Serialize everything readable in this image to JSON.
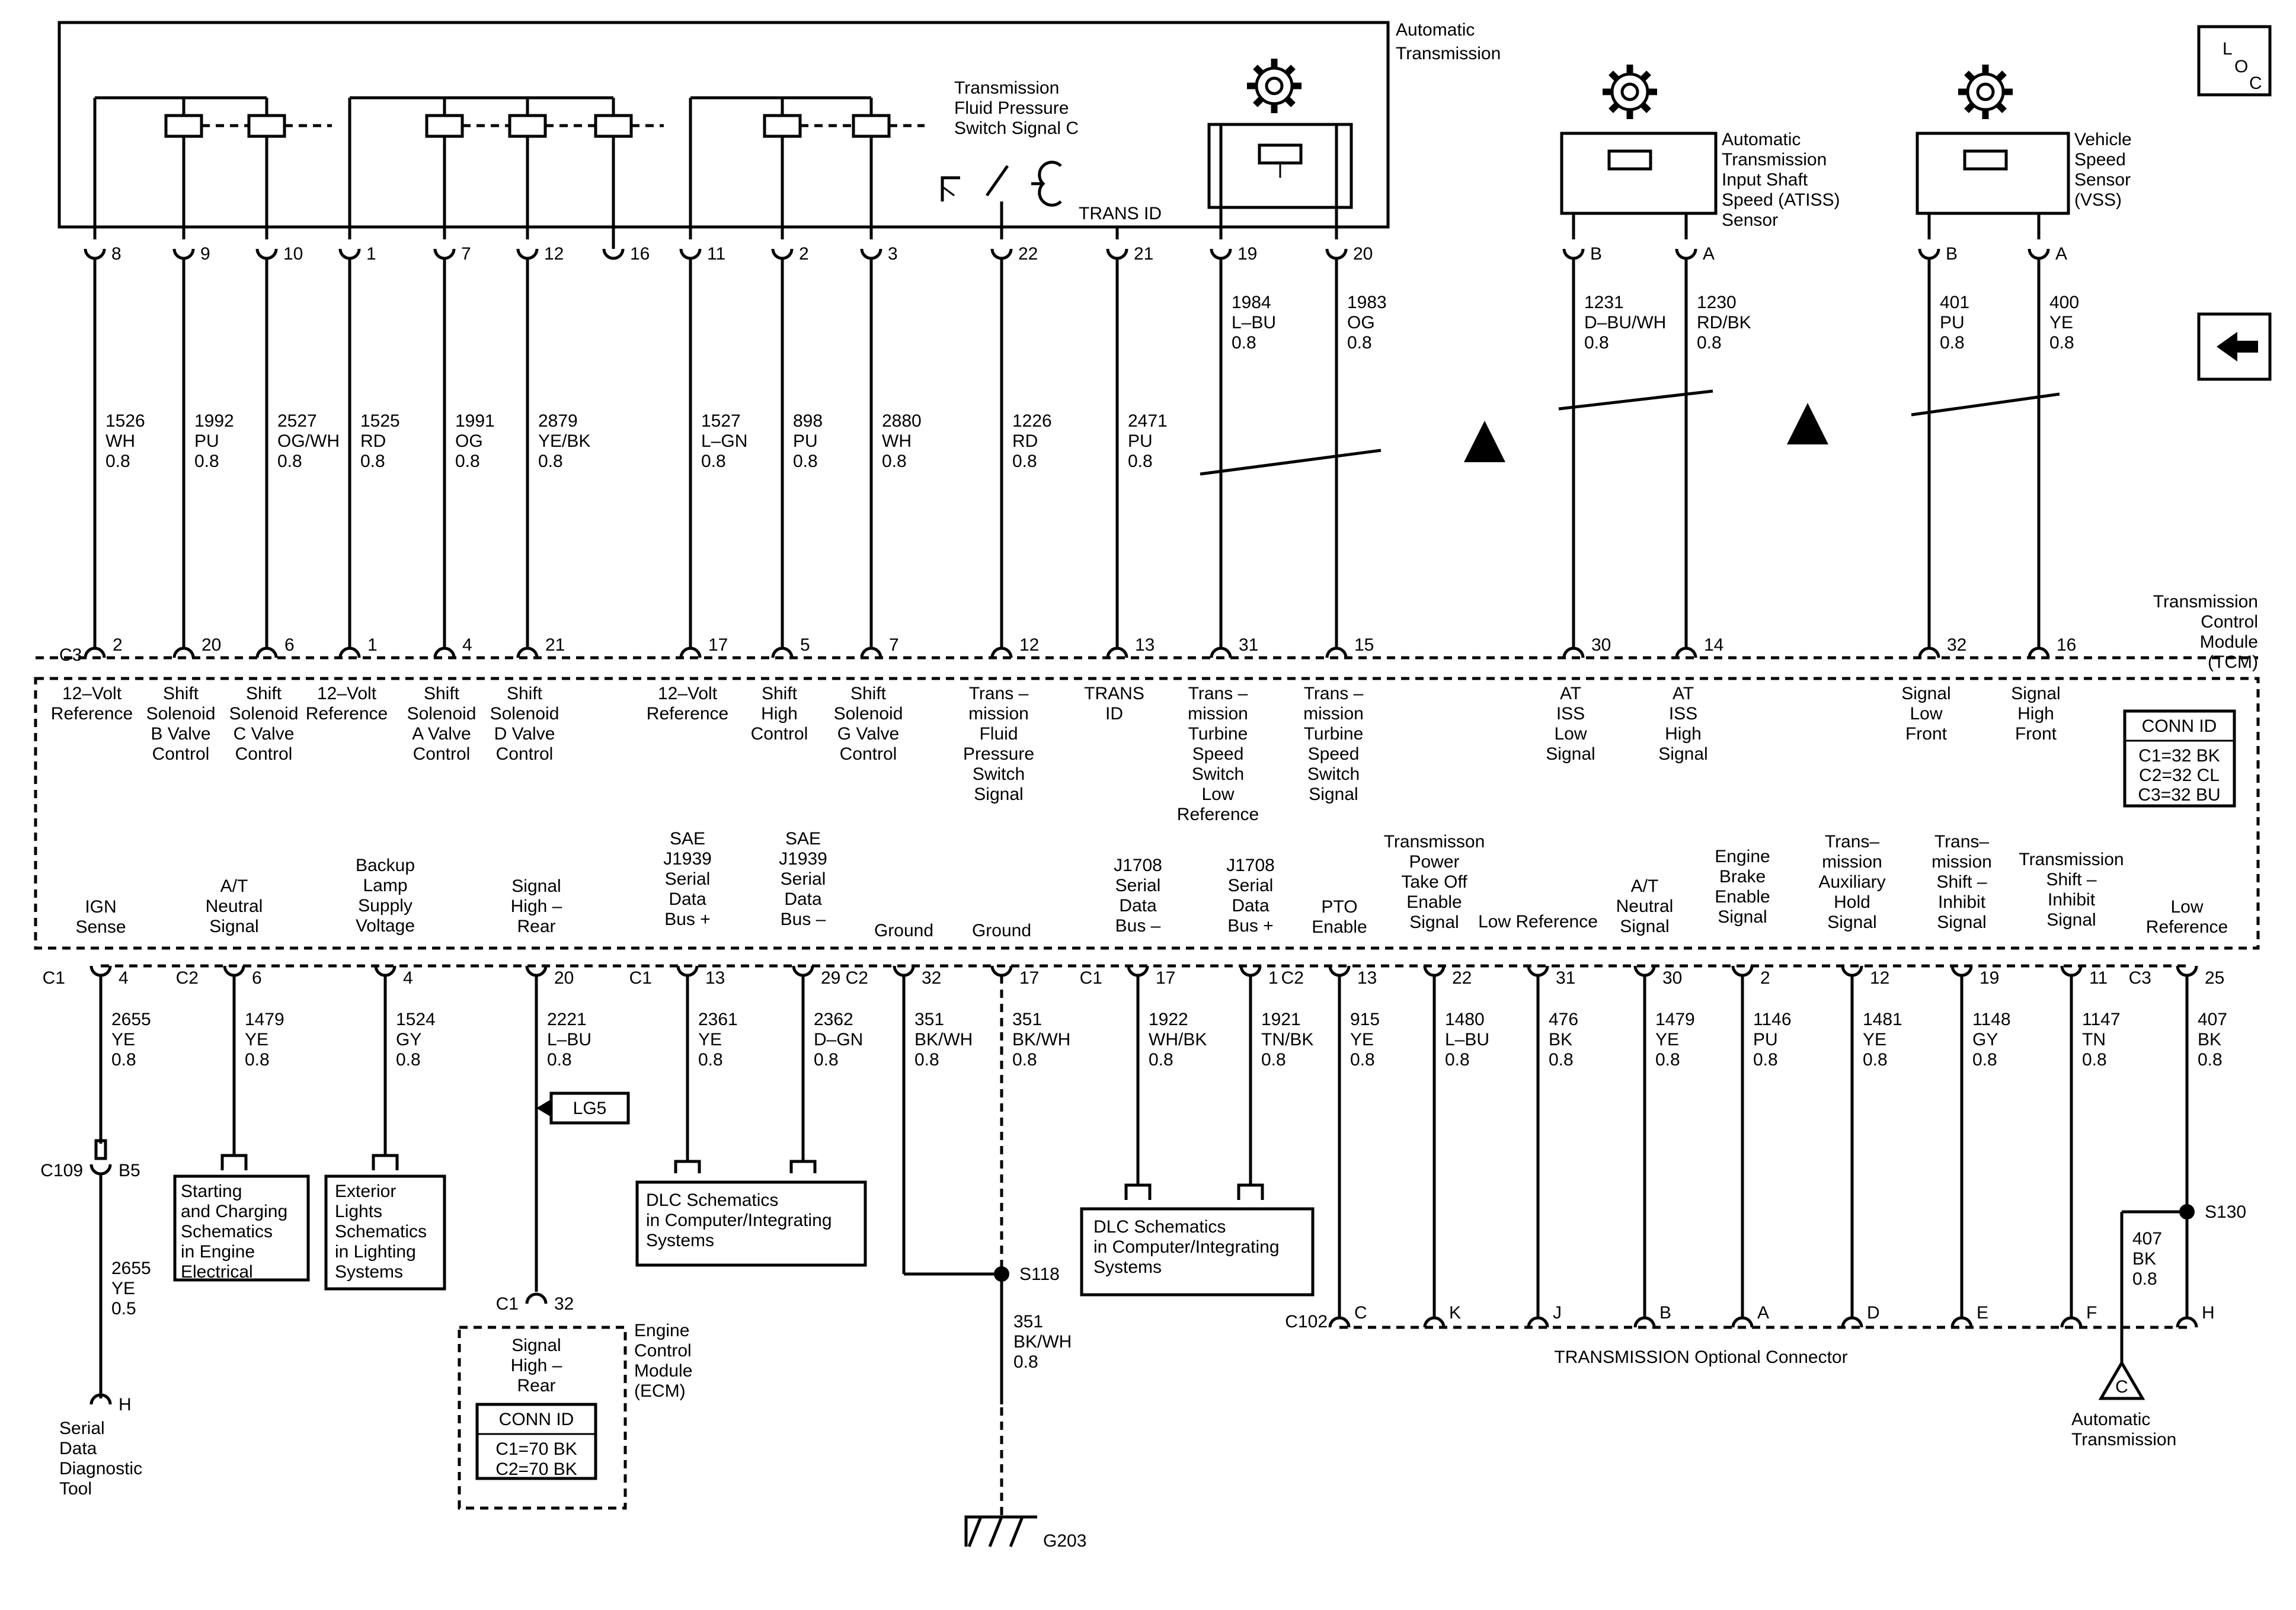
{
  "auto_trans_title": [
    "Automatic",
    "Transmission"
  ],
  "trans_id": "TRANS ID",
  "fluid_switch_label": [
    "Transmission",
    "Fluid Pressure",
    "Switch Signal C"
  ],
  "atiss_sensor": [
    "Automatic",
    "Transmission",
    "Input Shaft",
    "Speed (ATISS)",
    "Sensor"
  ],
  "vss_sensor": [
    "Vehicle",
    "Speed",
    "Sensor",
    "(VSS)"
  ],
  "tcm_title": [
    "Transmission",
    "Control",
    "Module",
    "(TCM)"
  ],
  "loc_letters": [
    "L",
    "O",
    "C"
  ],
  "tcm_conn_id": {
    "title": "CONN ID",
    "lines": [
      "C1=32 BK",
      "C2=32 CL",
      "C3=32 BU"
    ]
  },
  "upper_circuits": [
    {
      "tp": "8",
      "bp": "2",
      "wire": [
        "1526",
        "WH",
        "0.8"
      ],
      "fn": [
        "12–Volt",
        "Reference"
      ]
    },
    {
      "tp": "9",
      "bp": "20",
      "wire": [
        "1992",
        "PU",
        "0.8"
      ],
      "fn": [
        "Shift",
        "Solenoid",
        "B Valve",
        "Control"
      ]
    },
    {
      "tp": "10",
      "bp": "6",
      "wire": [
        "2527",
        "OG/WH",
        "0.8"
      ],
      "fn": [
        "Shift",
        "Solenoid",
        "C Valve",
        "Control"
      ]
    },
    {
      "tp": "1",
      "bp": "1",
      "wire": [
        "1525",
        "RD",
        "0.8"
      ],
      "fn": [
        "12–Volt",
        "Reference"
      ]
    },
    {
      "tp": "7",
      "bp": "4",
      "wire": [
        "1991",
        "OG",
        "0.8"
      ],
      "fn": [
        "Shift",
        "Solenoid",
        "A Valve",
        "Control"
      ]
    },
    {
      "tp": "12",
      "bp": "21",
      "wire": [
        "2879",
        "YE/BK",
        "0.8"
      ],
      "fn": [
        "Shift",
        "Solenoid",
        "D Valve",
        "Control"
      ]
    },
    {
      "tp": "16",
      "bp": "",
      "wire": [],
      "fn": []
    },
    {
      "tp": "11",
      "bp": "17",
      "wire": [
        "1527",
        "L–GN",
        "0.8"
      ],
      "fn": [
        "12–Volt",
        "Reference"
      ]
    },
    {
      "tp": "2",
      "bp": "5",
      "wire": [
        "898",
        "PU",
        "0.8"
      ],
      "fn": [
        "Shift",
        "High",
        "Control"
      ]
    },
    {
      "tp": "3",
      "bp": "7",
      "wire": [
        "2880",
        "WH",
        "0.8"
      ],
      "fn": [
        "Shift",
        "Solenoid",
        "G Valve",
        "Control"
      ]
    },
    {
      "tp": "22",
      "bp": "12",
      "wire": [
        "1226",
        "RD",
        "0.8"
      ],
      "fn": [
        "Trans –",
        "mission",
        "Fluid",
        "Pressure",
        "Switch",
        "Signal"
      ]
    },
    {
      "tp": "21",
      "bp": "13",
      "wire": [
        "2471",
        "PU",
        "0.8"
      ],
      "fn": [
        "TRANS",
        "ID"
      ]
    },
    {
      "tp": "19",
      "bp": "31",
      "wire": [
        "1984",
        "L–BU",
        "0.8"
      ],
      "fn": [
        "Trans –",
        "mission",
        "Turbine",
        "Speed",
        "Switch",
        "Low",
        "Reference"
      ]
    },
    {
      "tp": "20",
      "bp": "15",
      "wire": [
        "1983",
        "OG",
        "0.8"
      ],
      "fn": [
        "Trans –",
        "mission",
        "Turbine",
        "Speed",
        "Switch",
        "Signal"
      ]
    },
    {
      "tp": "B",
      "bp": "30",
      "wire": [
        "1231",
        "D–BU/WH",
        "0.8"
      ],
      "fn": [
        "AT",
        "ISS",
        "Low",
        "Signal"
      ]
    },
    {
      "tp": "A",
      "bp": "14",
      "wire": [
        "1230",
        "RD/BK",
        "0.8"
      ],
      "fn": [
        "AT",
        "ISS",
        "High",
        "Signal"
      ]
    },
    {
      "tp": "B",
      "bp": "32",
      "wire": [
        "401",
        "PU",
        "0.8"
      ],
      "fn": [
        "Signal",
        "Low",
        "Front"
      ]
    },
    {
      "tp": "A",
      "bp": "16",
      "wire": [
        "400",
        "YE",
        "0.8"
      ],
      "fn": [
        "Signal",
        "High",
        "Front"
      ]
    }
  ],
  "lower_circuits": [
    {
      "conn": "C1",
      "pin": "4",
      "wire": [
        "2655",
        "YE",
        "0.8"
      ],
      "fn": [
        "IGN",
        "Sense"
      ]
    },
    {
      "conn": "C2",
      "pin": "6",
      "wire": [
        "1479",
        "YE",
        "0.8"
      ],
      "fn": [
        "A/T",
        "Neutral",
        "Signal"
      ]
    },
    {
      "conn": "",
      "pin": "4",
      "wire": [
        "1524",
        "GY",
        "0.8"
      ],
      "fn": [
        "Backup",
        "Lamp",
        "Supply",
        "Voltage"
      ]
    },
    {
      "conn": "",
      "pin": "20",
      "wire": [
        "2221",
        "L–BU",
        "0.8"
      ],
      "fn": [
        "Signal",
        "High –",
        "Rear"
      ]
    },
    {
      "conn": "C1",
      "pin": "13",
      "wire": [
        "2361",
        "YE",
        "0.8"
      ],
      "fn": [
        "SAE",
        "J1939",
        "Serial",
        "Data",
        "Bus +"
      ]
    },
    {
      "conn": "",
      "pin": "29",
      "wire": [
        "2362",
        "D–GN",
        "0.8"
      ],
      "fn": [
        "SAE",
        "J1939",
        "Serial",
        "Data",
        "Bus –"
      ]
    },
    {
      "conn": "C2",
      "pin": "32",
      "wire": [
        "351",
        "BK/WH",
        "0.8"
      ],
      "fn": [
        "Ground"
      ]
    },
    {
      "conn": "",
      "pin": "17",
      "wire": [
        "351",
        "BK/WH",
        "0.8"
      ],
      "fn": [
        "Ground"
      ]
    },
    {
      "conn": "C1",
      "pin": "17",
      "wire": [
        "1922",
        "WH/BK",
        "0.8"
      ],
      "fn": [
        "J1708",
        "Serial",
        "Data",
        "Bus –"
      ]
    },
    {
      "conn": "",
      "pin": "1",
      "wire": [
        "1921",
        "TN/BK",
        "0.8"
      ],
      "fn": [
        "J1708",
        "Serial",
        "Data",
        "Bus +"
      ]
    },
    {
      "conn": "C2",
      "pin": "13",
      "wire": [
        "915",
        "YE",
        "0.8"
      ],
      "fn": [
        "PTO",
        "Enable"
      ],
      "opt": "C"
    },
    {
      "conn": "",
      "pin": "22",
      "wire": [
        "1480",
        "L–BU",
        "0.8"
      ],
      "fn": [
        "Transmisson",
        "Power",
        "Take Off",
        "Enable",
        "Signal"
      ],
      "opt": "K"
    },
    {
      "conn": "",
      "pin": "31",
      "wire": [
        "476",
        "BK",
        "0.8"
      ],
      "fn": [
        "Low Reference"
      ],
      "opt": "J"
    },
    {
      "conn": "",
      "pin": "30",
      "wire": [
        "1479",
        "YE",
        "0.8"
      ],
      "fn": [
        "A/T",
        "Neutral",
        "Signal"
      ],
      "opt": "B"
    },
    {
      "conn": "",
      "pin": "2",
      "wire": [
        "1146",
        "PU",
        "0.8"
      ],
      "fn": [
        "Engine",
        "Brake",
        "Enable",
        "Signal"
      ],
      "opt": "A"
    },
    {
      "conn": "",
      "pin": "12",
      "wire": [
        "1481",
        "YE",
        "0.8"
      ],
      "fn": [
        "Trans–",
        "mission",
        "Auxiliary",
        "Hold",
        "Signal"
      ],
      "opt": "D"
    },
    {
      "conn": "",
      "pin": "19",
      "wire": [
        "1148",
        "GY",
        "0.8"
      ],
      "fn": [
        "Trans–",
        "mission",
        "Shift –",
        "Inhibit",
        "Signal"
      ],
      "opt": "E"
    },
    {
      "conn": "",
      "pin": "11",
      "wire": [
        "1147",
        "TN",
        "0.8"
      ],
      "fn": [
        "Transmission",
        "Shift –",
        "Inhibit",
        "Signal"
      ],
      "opt": "F"
    },
    {
      "conn": "C3",
      "pin": "25",
      "wire": [
        "407",
        "BK",
        "0.8"
      ],
      "fn": [
        "Low",
        "Reference"
      ],
      "opt": "H"
    }
  ],
  "c109": {
    "conn": "C109",
    "pin": "B5",
    "wire": [
      "2655",
      "YE",
      "0.5"
    ]
  },
  "sddt": {
    "pin": "H",
    "label": [
      "Serial",
      "Data",
      "Diagnostic",
      "Tool"
    ]
  },
  "starting_box": [
    "Starting",
    "and Charging",
    "Schematics",
    "in Engine",
    "Electrical"
  ],
  "exterior_box": [
    "Exterior",
    "Lights",
    "Schematics",
    "in Lighting",
    "Systems"
  ],
  "dlc_box_1": [
    "DLC Schematics",
    "in Computer/Integrating",
    "Systems"
  ],
  "dlc_box_2": [
    "DLC Schematics",
    "in Computer/Integrating",
    "Systems"
  ],
  "lg5": "LG5",
  "ecm": {
    "conn": "C1",
    "pin": "32",
    "fn": [
      "Signal",
      "High –",
      "Rear"
    ],
    "title": [
      "Engine",
      "Control",
      "Module",
      "(ECM)"
    ],
    "conn_id_title": "CONN ID",
    "conn_id": [
      "C1=70 BK",
      "C2=70 BK"
    ]
  },
  "s118": "S118",
  "ground_wire": [
    "351",
    "BK/WH",
    "0.8"
  ],
  "g203": "G203",
  "s130": "S130",
  "s130_branch_wire": [
    "407",
    "BK",
    "0.8"
  ],
  "c102": "C102",
  "optional_connector": "TRANSMISSION Optional Connector",
  "auto_trans_ref": {
    "letter": "C",
    "label": [
      "Automatic",
      "Transmission"
    ]
  },
  "conn_labels": {
    "c3_top": "C3"
  }
}
